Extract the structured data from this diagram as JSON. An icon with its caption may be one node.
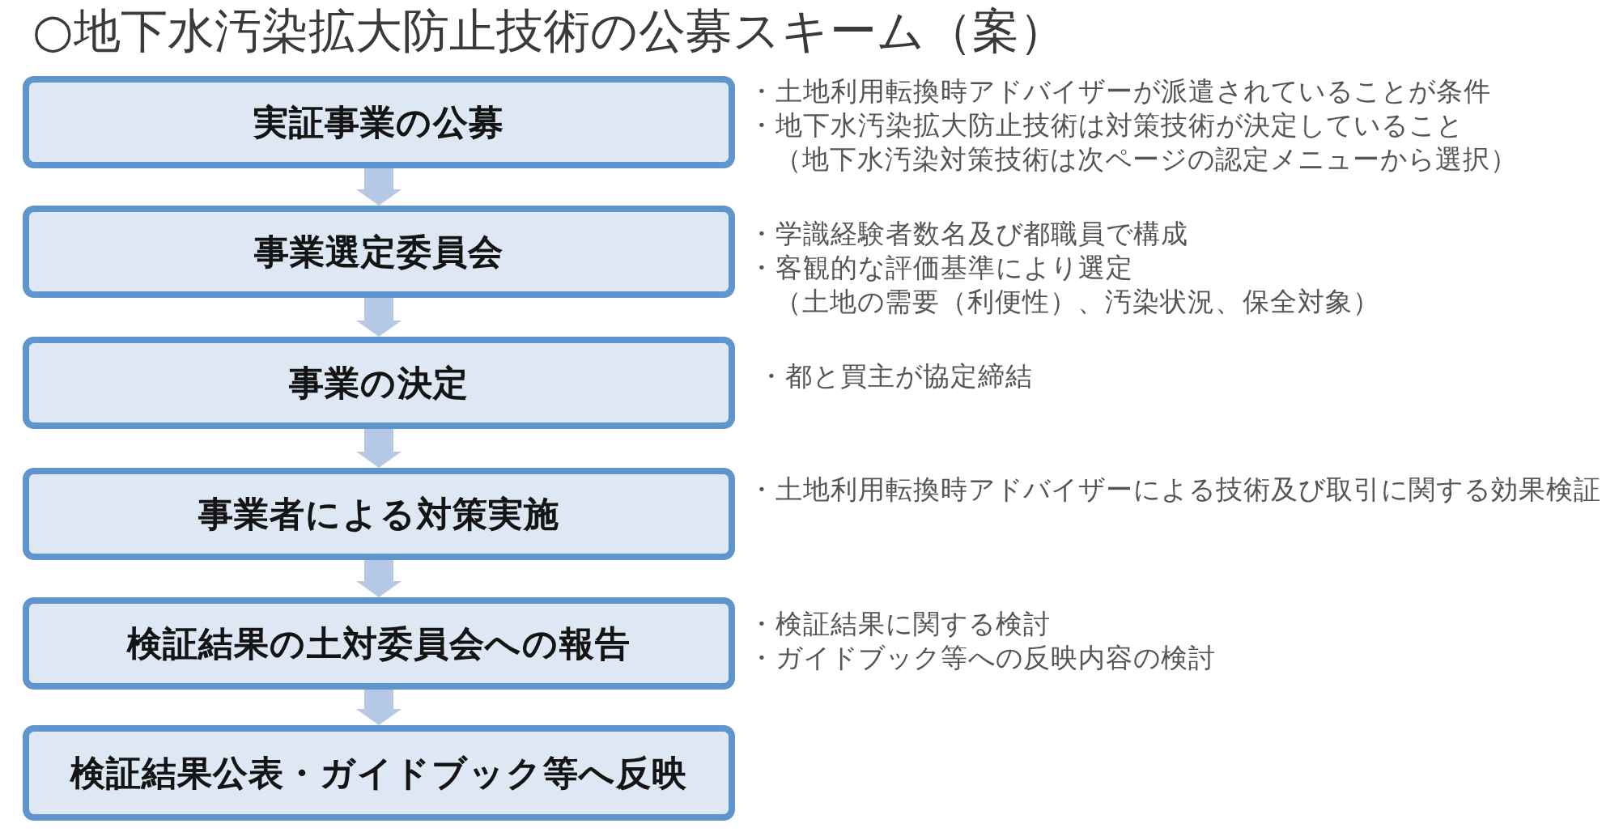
{
  "diagram": {
    "title": "○地下水汚染拡大防止技術の公募スキーム（案）",
    "nodes": [
      {
        "text": [
          "実証事業の公募"
        ],
        "beside": [
          "・土地利用転換時アドバイザーが派遣されていることが条件",
          "・地下水汚染拡大防止技術は対策技術が決定していること",
          "（地下水汚染対策技術は次ページの認定メニューから選択）"
        ]
      },
      {
        "text": [
          "事業選定委員会"
        ],
        "beside": [
          "・学識経験者数名及び都職員で構成",
          "・客観的な評価基準により選定",
          "（土地の需要（利便性）、汚染状況、保全対象）"
        ]
      },
      {
        "text": [
          "事業の決定"
        ],
        "beside": [
          "・都と買主が協定締結"
        ]
      },
      {
        "text": [
          "事業者による対策実施"
        ],
        "beside": [
          "・土地利用転換時アドバイザーによる技術及び取引に関する効果検証"
        ]
      },
      {
        "text": [
          "検証結果の土対委員会への報告"
        ],
        "beside": [
          "・検証結果に関する検討",
          "・ガイドブック等への反映内容の検討"
        ]
      },
      {
        "text": [
          "検証結果公表・ガイドブック等へ反映"
        ]
      }
    ],
    "edges": [
      {
        "from": 0,
        "to": 1,
        "arrow": "to"
      },
      {
        "from": 1,
        "to": 2,
        "arrow": "to"
      },
      {
        "from": 2,
        "to": 3,
        "arrow": "to"
      },
      {
        "from": 3,
        "to": 4,
        "arrow": "to"
      },
      {
        "from": 4,
        "to": 5,
        "arrow": "to"
      }
    ]
  }
}
